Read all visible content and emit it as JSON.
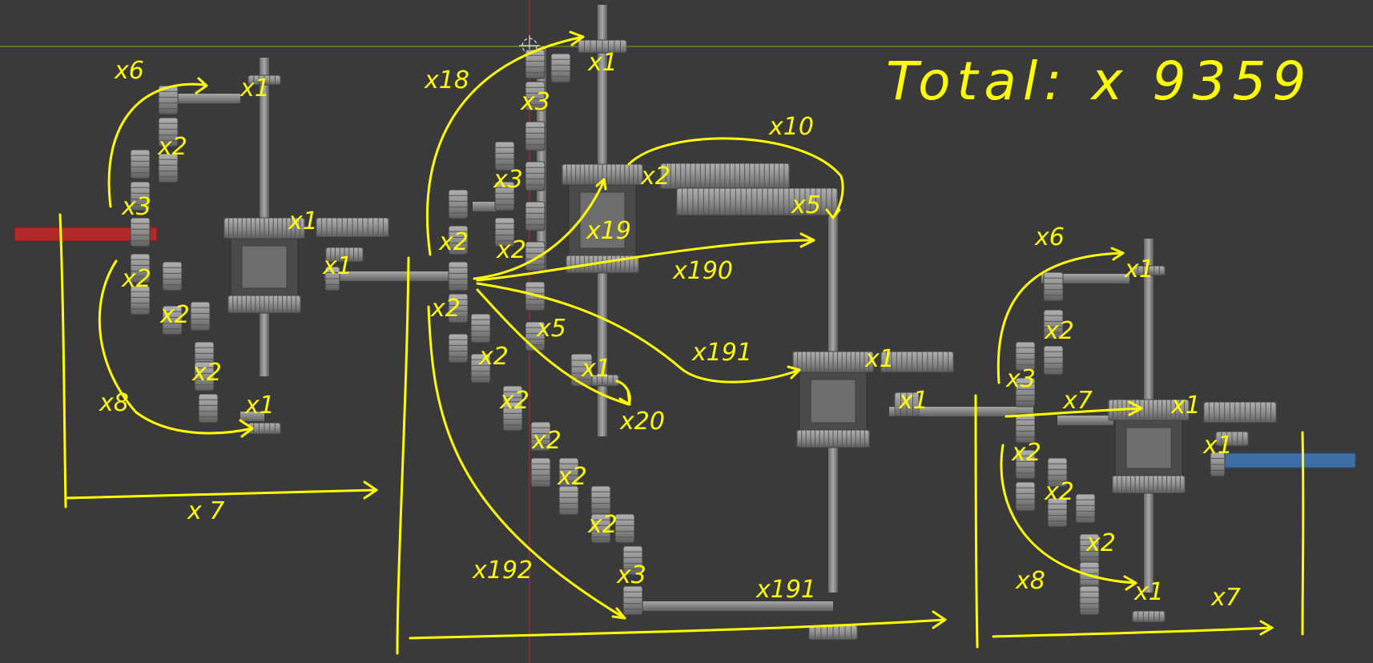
{
  "total_label": "Total: x 9359",
  "colors": {
    "background": "#3a3a3a",
    "annotation": "#ffff00",
    "gear": "#8c8c8c",
    "axis_x": "#6a9a2a",
    "axis_y": "#a02a3a",
    "input_shaft": "#b02a2a",
    "output_shaft": "#3f6fa8"
  },
  "labels": [
    {
      "id": "a",
      "text": "x6"
    },
    {
      "id": "b",
      "text": "x1"
    },
    {
      "id": "c",
      "text": "x2"
    },
    {
      "id": "d",
      "text": "x3"
    },
    {
      "id": "e",
      "text": "x1"
    },
    {
      "id": "f",
      "text": "x1"
    },
    {
      "id": "g",
      "text": "x2"
    },
    {
      "id": "h",
      "text": "x2"
    },
    {
      "id": "i",
      "text": "x2"
    },
    {
      "id": "j",
      "text": "x8"
    },
    {
      "id": "k",
      "text": "x1"
    },
    {
      "id": "l",
      "text": "x 7"
    },
    {
      "id": "m",
      "text": "x18"
    },
    {
      "id": "n",
      "text": "x1"
    },
    {
      "id": "o",
      "text": "x3"
    },
    {
      "id": "p",
      "text": "x3"
    },
    {
      "id": "q",
      "text": "x2"
    },
    {
      "id": "r",
      "text": "x2"
    },
    {
      "id": "s",
      "text": "x2"
    },
    {
      "id": "t",
      "text": "x10"
    },
    {
      "id": "u",
      "text": "x2"
    },
    {
      "id": "v",
      "text": "x19"
    },
    {
      "id": "w",
      "text": "x5"
    },
    {
      "id": "x",
      "text": "x190"
    },
    {
      "id": "y",
      "text": "x5"
    },
    {
      "id": "z",
      "text": "x2"
    },
    {
      "id": "aa",
      "text": "x191"
    },
    {
      "id": "ab",
      "text": "x1"
    },
    {
      "id": "ac",
      "text": "x2"
    },
    {
      "id": "ad",
      "text": "x20"
    },
    {
      "id": "ae",
      "text": "x2"
    },
    {
      "id": "af",
      "text": "x2"
    },
    {
      "id": "ag",
      "text": "x2"
    },
    {
      "id": "ah",
      "text": "x192"
    },
    {
      "id": "ai",
      "text": "x3"
    },
    {
      "id": "aj",
      "text": "x191"
    },
    {
      "id": "ak",
      "text": "x1"
    },
    {
      "id": "al",
      "text": "x1"
    },
    {
      "id": "am",
      "text": "x6"
    },
    {
      "id": "an",
      "text": "x1"
    },
    {
      "id": "ao",
      "text": "x2"
    },
    {
      "id": "ap",
      "text": "x3"
    },
    {
      "id": "aq",
      "text": "x7"
    },
    {
      "id": "ar",
      "text": "x1"
    },
    {
      "id": "as",
      "text": "x1"
    },
    {
      "id": "at",
      "text": "x2"
    },
    {
      "id": "au",
      "text": "x2"
    },
    {
      "id": "av",
      "text": "x2"
    },
    {
      "id": "aw",
      "text": "x8"
    },
    {
      "id": "ax",
      "text": "x1"
    },
    {
      "id": "ay",
      "text": "x7"
    }
  ]
}
